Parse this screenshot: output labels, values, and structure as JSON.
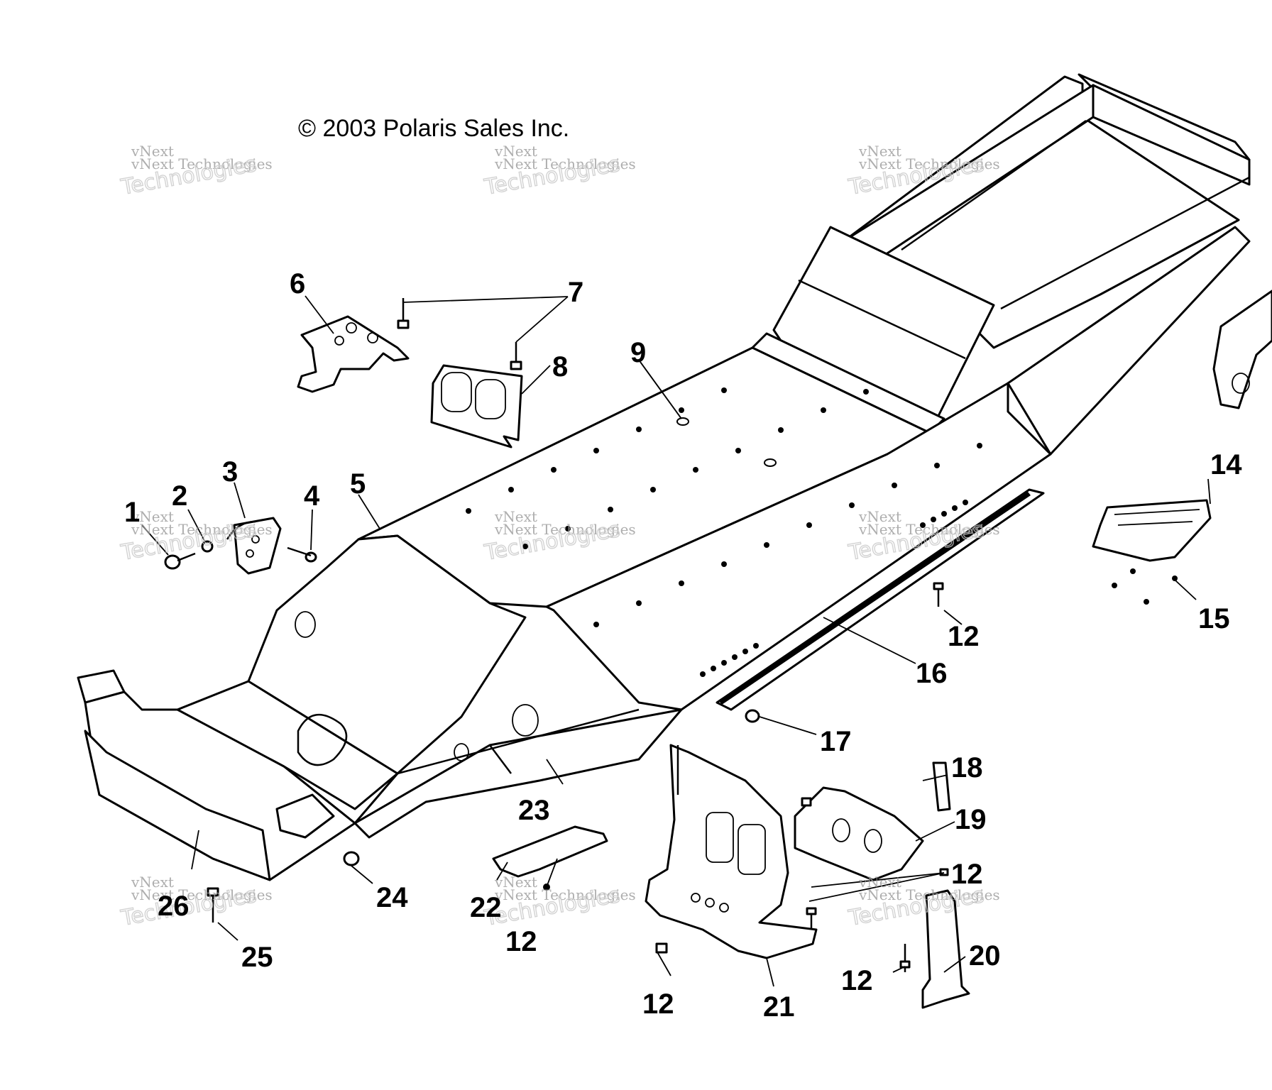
{
  "copyright": "© 2003 Polaris Sales Inc.",
  "watermark": {
    "line1": "vNext Technologies",
    "line2": "vNext",
    "line3": "Technologies"
  },
  "callouts": [
    {
      "id": "c1",
      "text": "1"
    },
    {
      "id": "c2",
      "text": "2"
    },
    {
      "id": "c3",
      "text": "3"
    },
    {
      "id": "c4",
      "text": "4"
    },
    {
      "id": "c5",
      "text": "5"
    },
    {
      "id": "c6",
      "text": "6"
    },
    {
      "id": "c7",
      "text": "7"
    },
    {
      "id": "c8",
      "text": "8"
    },
    {
      "id": "c9",
      "text": "9"
    },
    {
      "id": "c12a",
      "text": "12"
    },
    {
      "id": "c12b",
      "text": "12"
    },
    {
      "id": "c12c",
      "text": "12"
    },
    {
      "id": "c12d",
      "text": "12"
    },
    {
      "id": "c12e",
      "text": "12"
    },
    {
      "id": "c14",
      "text": "14"
    },
    {
      "id": "c15",
      "text": "15"
    },
    {
      "id": "c16",
      "text": "16"
    },
    {
      "id": "c17",
      "text": "17"
    },
    {
      "id": "c18",
      "text": "18"
    },
    {
      "id": "c19",
      "text": "19"
    },
    {
      "id": "c20",
      "text": "20"
    },
    {
      "id": "c21",
      "text": "21"
    },
    {
      "id": "c22",
      "text": "22"
    },
    {
      "id": "c23",
      "text": "23"
    },
    {
      "id": "c24",
      "text": "24"
    },
    {
      "id": "c25",
      "text": "25"
    },
    {
      "id": "c26",
      "text": "26"
    }
  ]
}
